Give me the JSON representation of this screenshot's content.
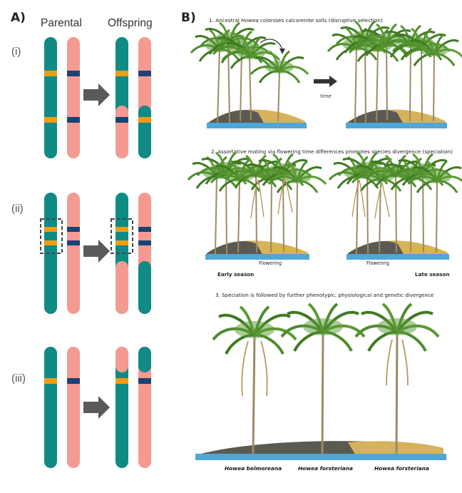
{
  "panel_a": {
    "letter": "A)",
    "col_parental": "Parental",
    "col_offspring": "Offspring",
    "rows": [
      "(i)",
      "(ii)",
      "(iii)"
    ]
  },
  "panel_b": {
    "letter": "B)",
    "step1_prefix": "1. Ancestral ",
    "step1_genus": "Howea",
    "step1_suffix": " colonises calcarenite soils (disruptive selection)",
    "time_label": "time",
    "step2": "2. Assortative mating via flowering time differences promotes species divergence (speciation)",
    "flowering_left": "Flowering",
    "flowering_right": "Flowering",
    "early_season": "Early season",
    "late_season": "Late season",
    "step3": "3. Speciation is followed by further phenotypic, physiological and genetic divergence",
    "species": [
      "Howea belmoreana",
      "Howea forsteriana",
      "Howea forsteriana"
    ]
  },
  "colors": {
    "teal": "#0e8b85",
    "pink": "#f59a90",
    "orange": "#f49b12",
    "navy": "#1a4275",
    "arrow": "#5a5a5a",
    "water": "#4fa7d6",
    "soil_dark": "#5b5a52",
    "soil_sand": "#d6b25a",
    "frond": "#4d8c2c",
    "trunk": "#9c8a66"
  }
}
